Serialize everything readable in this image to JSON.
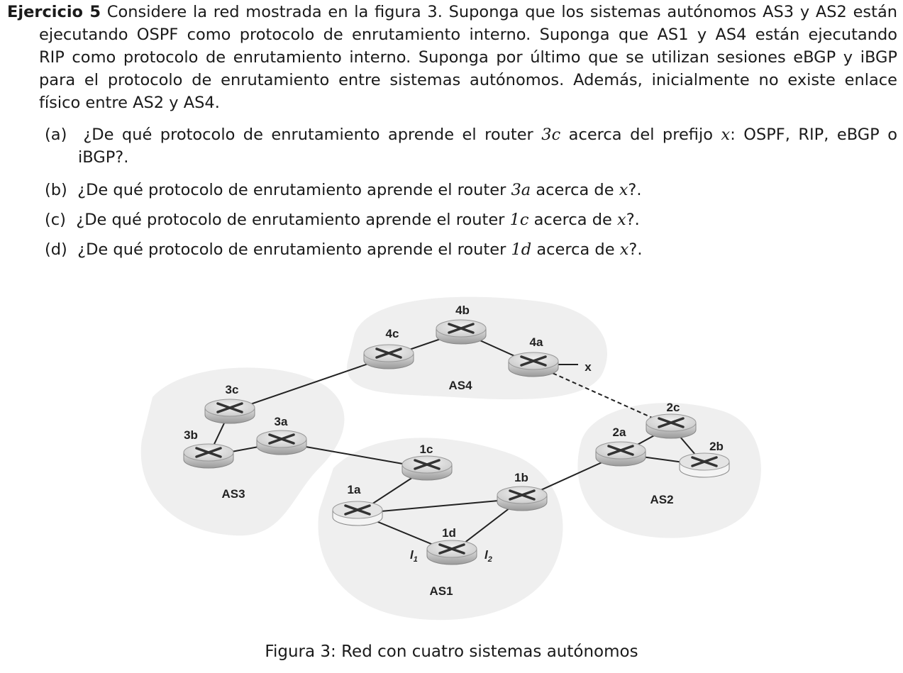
{
  "exercise": {
    "title": "Ejercicio 5",
    "lines": [
      "Considere la red mostrada en la figura 3. Suponga que los sistemas autónomos AS3 y AS2 están",
      "ejecutando OSPF como protocolo de enrutamiento interno. Suponga que AS1 y AS4 están ejecutando",
      "RIP como protocolo de enrutamiento interno. Suponga por último que se utilizan sesiones eBGP y iBGP",
      "para el protocolo de enrutamiento entre sistemas autónomos. Además, inicialmente no existe enlace",
      "físico entre AS2 y AS4."
    ]
  },
  "questions": [
    {
      "label": "(a)",
      "pre": "¿De qué protocolo de enrutamiento aprende el router ",
      "router": "3c",
      "mid": " acerca del prefijo ",
      "var": "x",
      "post": ": OSPF, RIP, eBGP o",
      "cont": "iBGP?."
    },
    {
      "label": "(b)",
      "pre": "¿De qué protocolo de enrutamiento aprende el router ",
      "router": "3a",
      "mid": " acerca de ",
      "var": "x",
      "post": "?."
    },
    {
      "label": "(c)",
      "pre": "¿De qué protocolo de enrutamiento aprende el router ",
      "router": "1c",
      "mid": " acerca de ",
      "var": "x",
      "post": "?."
    },
    {
      "label": "(d)",
      "pre": "¿De qué protocolo de enrutamiento aprende el router ",
      "router": "1d",
      "mid": " acerca de ",
      "var": "x",
      "post": "?."
    }
  ],
  "figure": {
    "as_labels": {
      "as1": "AS1",
      "as2": "AS2",
      "as3": "AS3",
      "as4": "AS4"
    },
    "routers": {
      "r4a": "4a",
      "r4b": "4b",
      "r4c": "4c",
      "r3a": "3a",
      "r3b": "3b",
      "r3c": "3c",
      "r1a": "1a",
      "r1b": "1b",
      "r1c": "1c",
      "r1d": "1d",
      "r2a": "2a",
      "r2b": "2b",
      "r2c": "2c"
    },
    "prefix": "x",
    "interfaces": {
      "i1": "l",
      "i1_sub": "1",
      "i2": "l",
      "i2_sub": "2"
    },
    "caption": "Figura 3: Red con cuatro sistemas autónomos"
  }
}
